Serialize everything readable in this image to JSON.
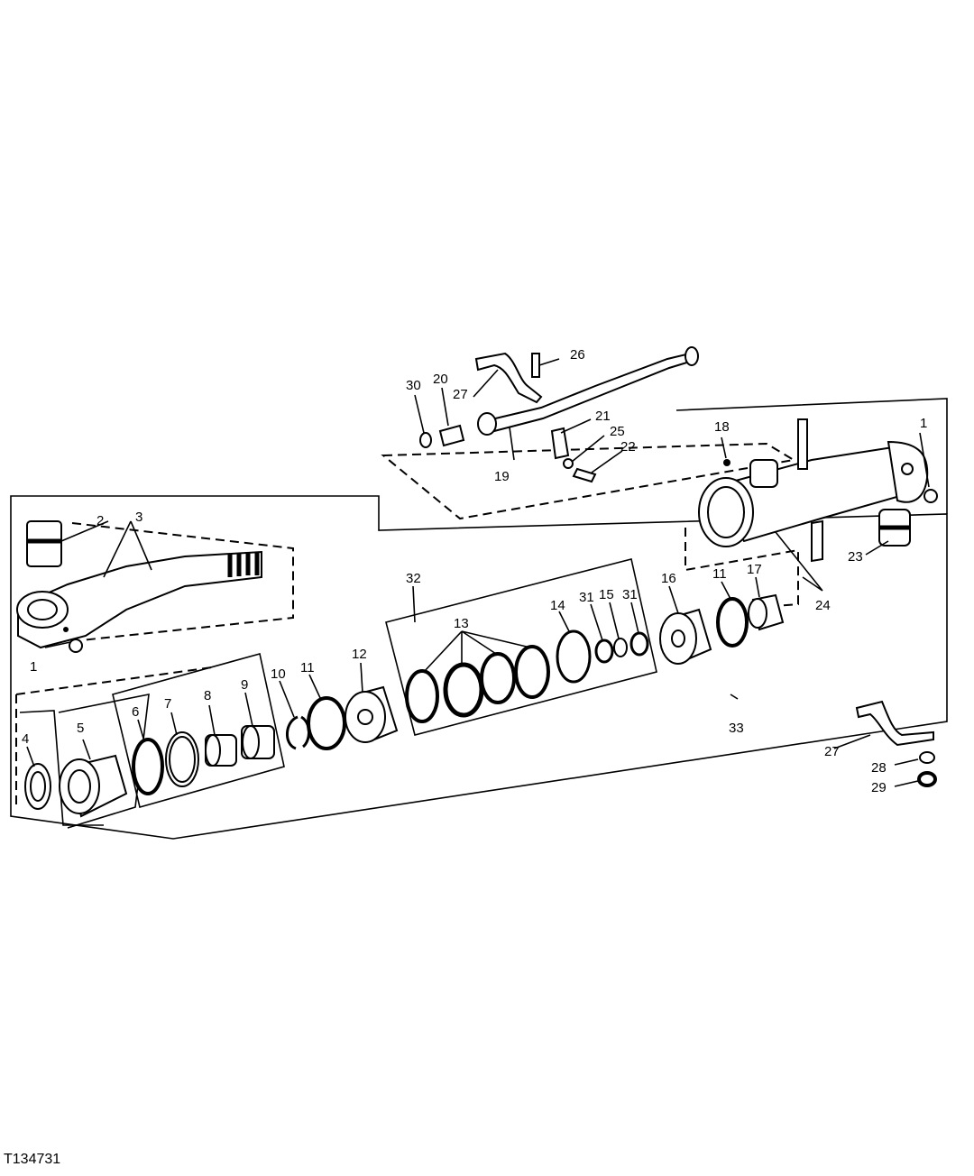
{
  "figure_id": "T134731",
  "callouts": [
    {
      "id": "c1a",
      "text": "1"
    },
    {
      "id": "c1b",
      "text": "1"
    },
    {
      "id": "c2",
      "text": "2"
    },
    {
      "id": "c3",
      "text": "3"
    },
    {
      "id": "c4",
      "text": "4"
    },
    {
      "id": "c5",
      "text": "5"
    },
    {
      "id": "c6",
      "text": "6"
    },
    {
      "id": "c7",
      "text": "7"
    },
    {
      "id": "c8",
      "text": "8"
    },
    {
      "id": "c9",
      "text": "9"
    },
    {
      "id": "c10",
      "text": "10"
    },
    {
      "id": "c11a",
      "text": "11"
    },
    {
      "id": "c11b",
      "text": "11"
    },
    {
      "id": "c12",
      "text": "12"
    },
    {
      "id": "c13",
      "text": "13"
    },
    {
      "id": "c14",
      "text": "14"
    },
    {
      "id": "c15",
      "text": "15"
    },
    {
      "id": "c16",
      "text": "16"
    },
    {
      "id": "c17",
      "text": "17"
    },
    {
      "id": "c18",
      "text": "18"
    },
    {
      "id": "c19",
      "text": "19"
    },
    {
      "id": "c20",
      "text": "20"
    },
    {
      "id": "c21",
      "text": "21"
    },
    {
      "id": "c22",
      "text": "22"
    },
    {
      "id": "c23",
      "text": "23"
    },
    {
      "id": "c24",
      "text": "24"
    },
    {
      "id": "c25",
      "text": "25"
    },
    {
      "id": "c26",
      "text": "26"
    },
    {
      "id": "c27a",
      "text": "27"
    },
    {
      "id": "c27b",
      "text": "27"
    },
    {
      "id": "c28",
      "text": "28"
    },
    {
      "id": "c29",
      "text": "29"
    },
    {
      "id": "c30",
      "text": "30"
    },
    {
      "id": "c31a",
      "text": "31"
    },
    {
      "id": "c31b",
      "text": "31"
    },
    {
      "id": "c32",
      "text": "32"
    },
    {
      "id": "c33",
      "text": "33"
    }
  ]
}
